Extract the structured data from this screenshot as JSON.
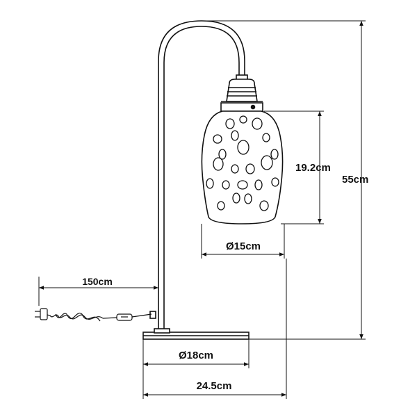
{
  "dimensions": {
    "cord_length": "150cm",
    "shade_height": "19.2cm",
    "total_height": "55cm",
    "shade_diameter": "Ø15cm",
    "base_diameter": "Ø18cm",
    "total_width": "24.5cm"
  },
  "colors": {
    "line": "#111111",
    "background": "#ffffff"
  }
}
